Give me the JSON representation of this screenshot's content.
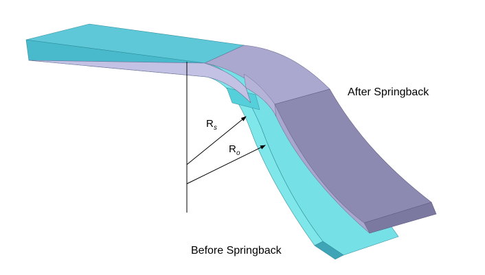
{
  "labels": {
    "after": "After Springback",
    "before": "Before Springback",
    "rs_main": "R",
    "rs_sub": "s",
    "ro_main": "R",
    "ro_sub": "o"
  },
  "colors": {
    "before_face": "#5ec8d8",
    "before_side": "#49b9cc",
    "before_tip": "#3fa4b6",
    "before_underside": "#6ee0e6",
    "after_top": "#aaa8cf",
    "after_side": "#c3c1e4",
    "after_front": "#8c8ab1",
    "after_tip": "#7b79a0",
    "line": "#000000"
  }
}
